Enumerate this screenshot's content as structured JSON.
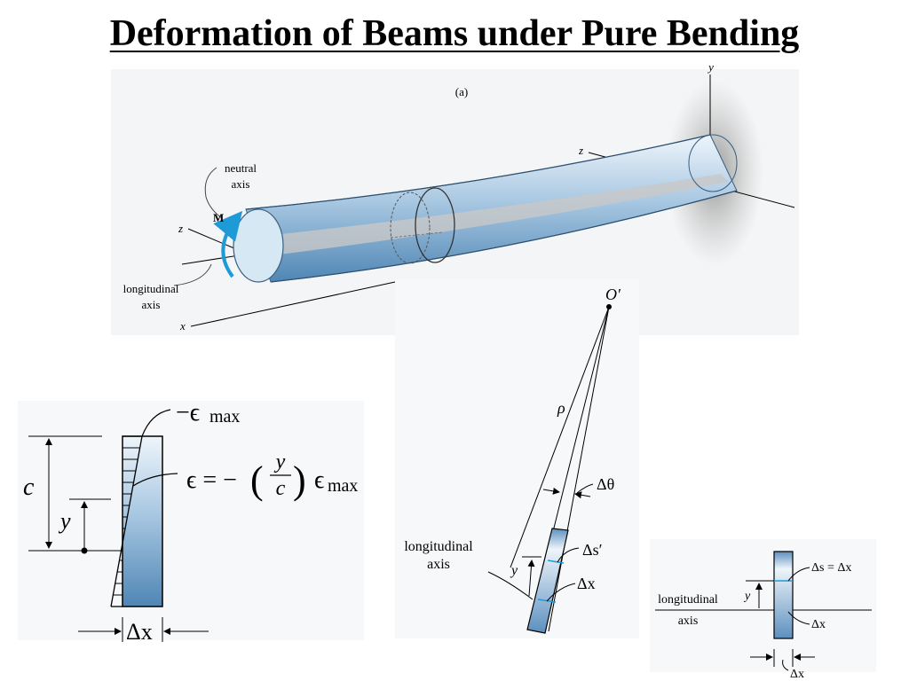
{
  "title": "Deformation of Beams under Pure Bending",
  "beam_3d": {
    "panel_label": "(a)",
    "axis_y": "y",
    "axis_z_right": "z",
    "axis_z_left": "z",
    "axis_x": "x",
    "moment": "M",
    "neutral_axis_line1": "neutral",
    "neutral_axis_line2": "axis",
    "longitudinal_axis_line1": "longitudinal",
    "longitudinal_axis_line2": "axis"
  },
  "strain_diagram": {
    "c": "c",
    "y": "y",
    "eps": "−ϵ",
    "eps_sub": "max",
    "formula_lhs": "ϵ = −",
    "frac_num": "y",
    "frac_den": "c",
    "formula_rhs": "ϵ",
    "formula_sub": "max",
    "dx": "Δx"
  },
  "curved_element": {
    "origin": "O′",
    "rho": "ρ",
    "dtheta": "Δθ",
    "ds_prime": "Δs′",
    "dx": "Δx",
    "y": "y",
    "longitudinal_axis_line1": "longitudinal",
    "longitudinal_axis_line2": "axis"
  },
  "straight_element": {
    "ds_eq": "Δs  = Δx",
    "dx": "Δx",
    "dx_bottom": "Δx",
    "y": "y",
    "longitudinal_axis_line1": "longitudinal",
    "longitudinal_axis_line2": "axis"
  }
}
